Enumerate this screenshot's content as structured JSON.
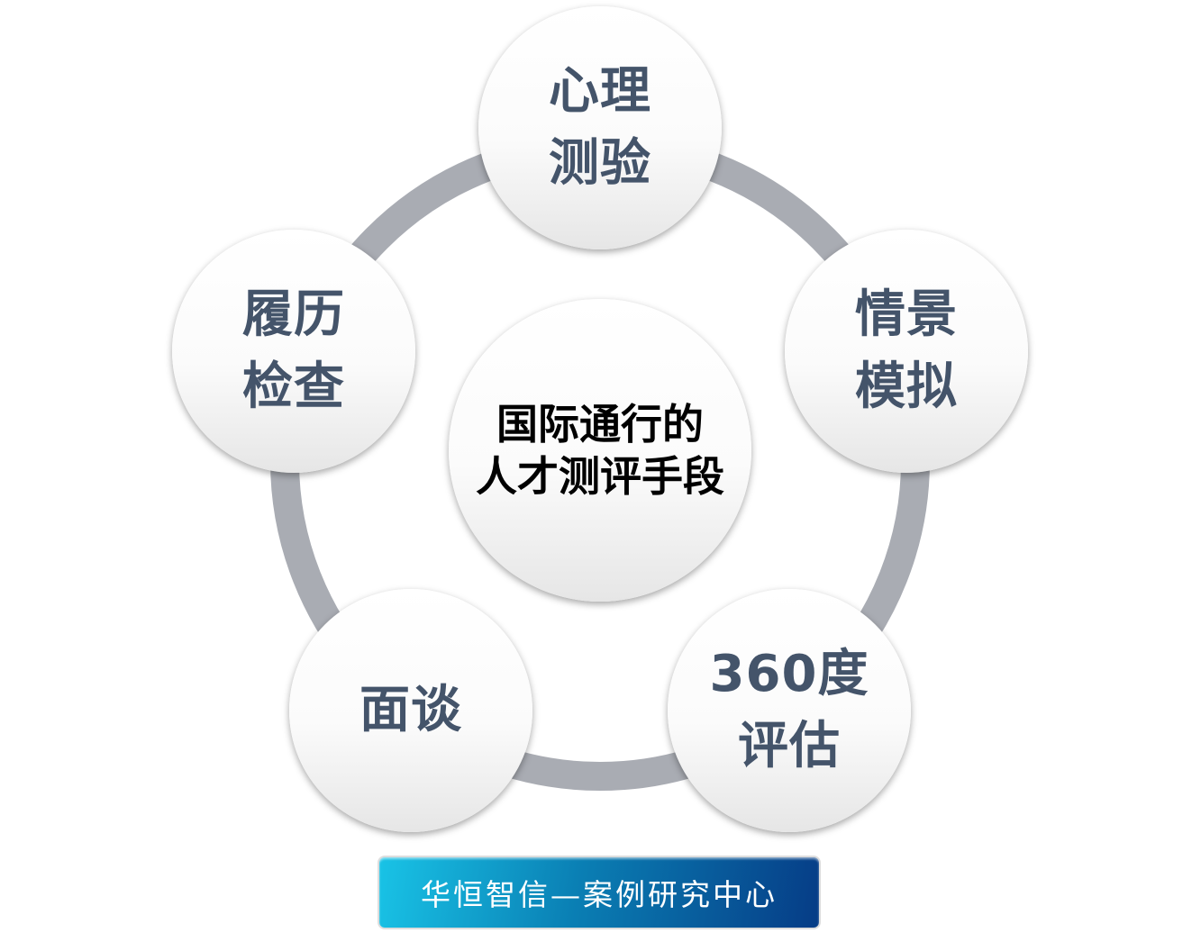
{
  "center": {
    "line1": "国际通行的",
    "line2": "人才测评手段"
  },
  "nodes": [
    {
      "line1": "心理",
      "line2": "测验"
    },
    {
      "line1": "情景",
      "line2": "模拟"
    },
    {
      "line1": "360度",
      "line2": "评估"
    },
    {
      "line1": "面谈"
    },
    {
      "line1": "履历",
      "line2": "检查"
    }
  ],
  "banner": "华恒智信—案例研究中心",
  "colors": {
    "ring": "#a9acb3",
    "node_text": "#44546a",
    "banner": "#0a7fb4"
  }
}
